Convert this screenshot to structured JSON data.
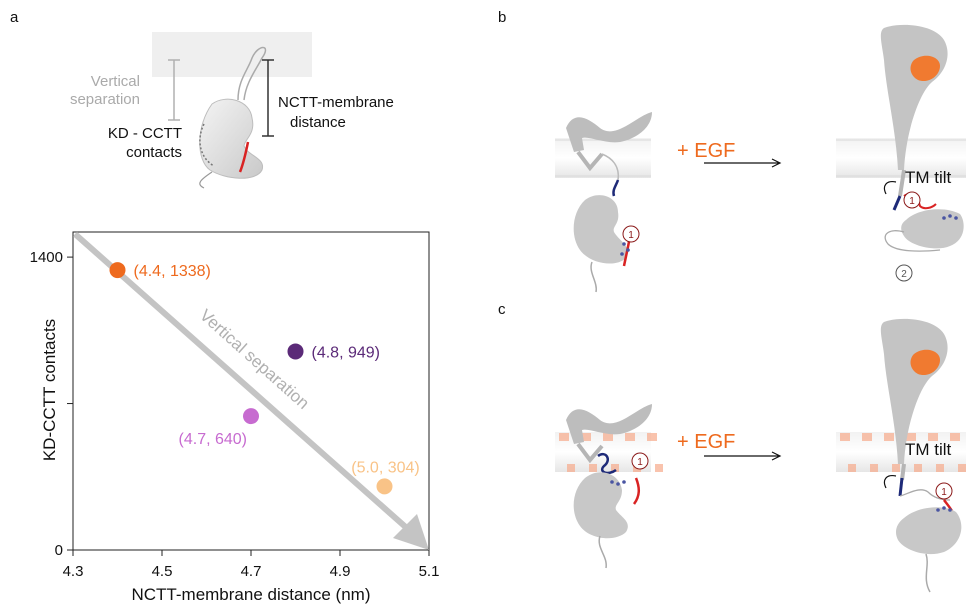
{
  "panels": {
    "a": "a",
    "b": "b",
    "c": "c"
  },
  "schematic": {
    "vertical_separation": [
      "Vertical",
      "separation"
    ],
    "kd_ccct": [
      "KD - CCTT",
      "contacts"
    ],
    "nctt_membrane": [
      "NCTT-membrane",
      "distance"
    ]
  },
  "colors": {
    "orange": "#ee6a1e",
    "purple": "#5b2a78",
    "pink": "#c76bd0",
    "peach": "#f9c387",
    "gray": "#c8c8c8",
    "dark_gray": "#b5b5b5",
    "navy": "#1e2a78",
    "red": "#d92323",
    "membrane_stripe": "#f7a98a"
  },
  "chart_data": {
    "type": "scatter",
    "xlabel": "NCTT-membrane distance (nm)",
    "ylabel": "KD-CCTT contacts",
    "xlim": [
      4.3,
      5.1
    ],
    "ylim": [
      0,
      1520
    ],
    "xticks": [
      "4.3",
      "4.5",
      "4.7",
      "4.9",
      "5.1"
    ],
    "yticks": [
      {
        "value": 0,
        "label": "0"
      },
      {
        "value": 700,
        "label": ""
      },
      {
        "value": 1400,
        "label": "1400"
      }
    ],
    "points": [
      {
        "x": 4.4,
        "y": 1338,
        "label": "(4.4, 1338)",
        "color": "#ee6a1e",
        "label_side": "right"
      },
      {
        "x": 4.8,
        "y": 949,
        "label": "(4.8, 949)",
        "color": "#5b2a78",
        "label_side": "right"
      },
      {
        "x": 4.7,
        "y": 640,
        "label": "(4.7, 640)",
        "color": "#c76bd0",
        "label_side": "below-left"
      },
      {
        "x": 5.0,
        "y": 304,
        "label": "(5.0, 304)",
        "color": "#f9c387",
        "label_side": "above"
      }
    ],
    "arrow_label": "Vertical separation"
  },
  "panel_b": {
    "egf": "+ EGF",
    "tm_tilt": "TM tilt",
    "site1": "1",
    "site2": "2"
  },
  "panel_c": {
    "egf": "+ EGF",
    "tm_tilt": "TM tilt",
    "site1": "1"
  }
}
